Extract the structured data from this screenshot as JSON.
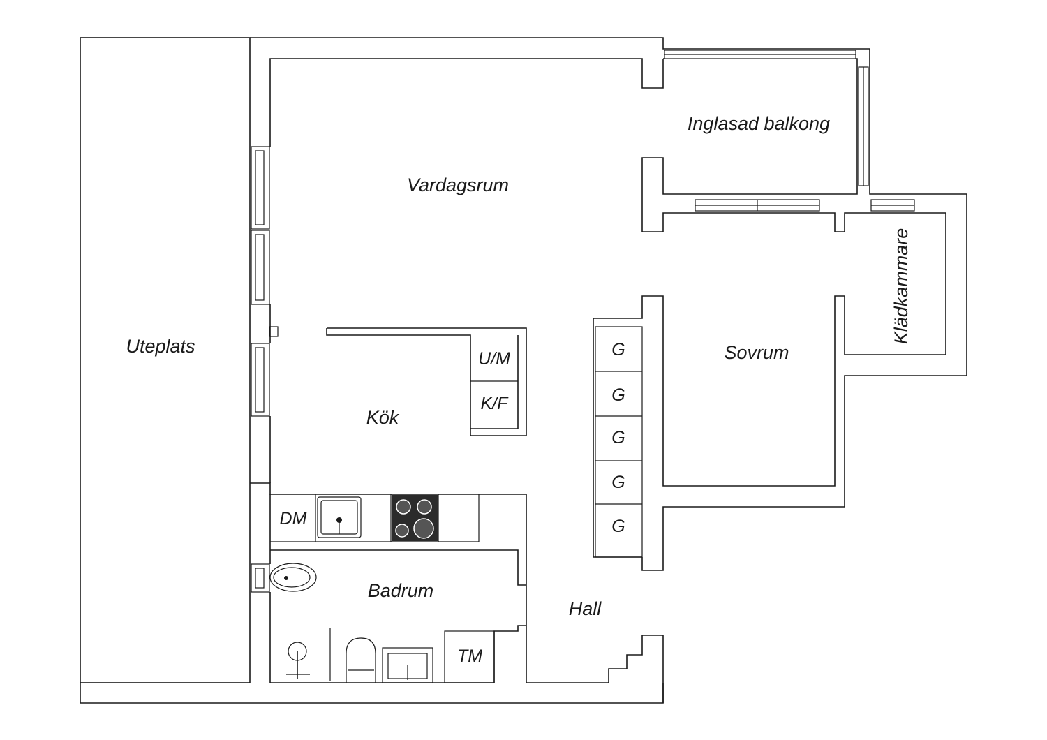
{
  "rooms": {
    "uteplats": "Uteplats",
    "vardagsrum": "Vardagsrum",
    "inglasad_balkong": "Inglasad balkong",
    "kok": "Kök",
    "sovrum": "Sovrum",
    "kladkammare": "Klädkammare",
    "badrum": "Badrum",
    "hall": "Hall"
  },
  "fixtures": {
    "um": "U/M",
    "kf": "K/F",
    "dm": "DM",
    "tm": "TM",
    "wardrobe": [
      "G",
      "G",
      "G",
      "G",
      "G"
    ]
  }
}
